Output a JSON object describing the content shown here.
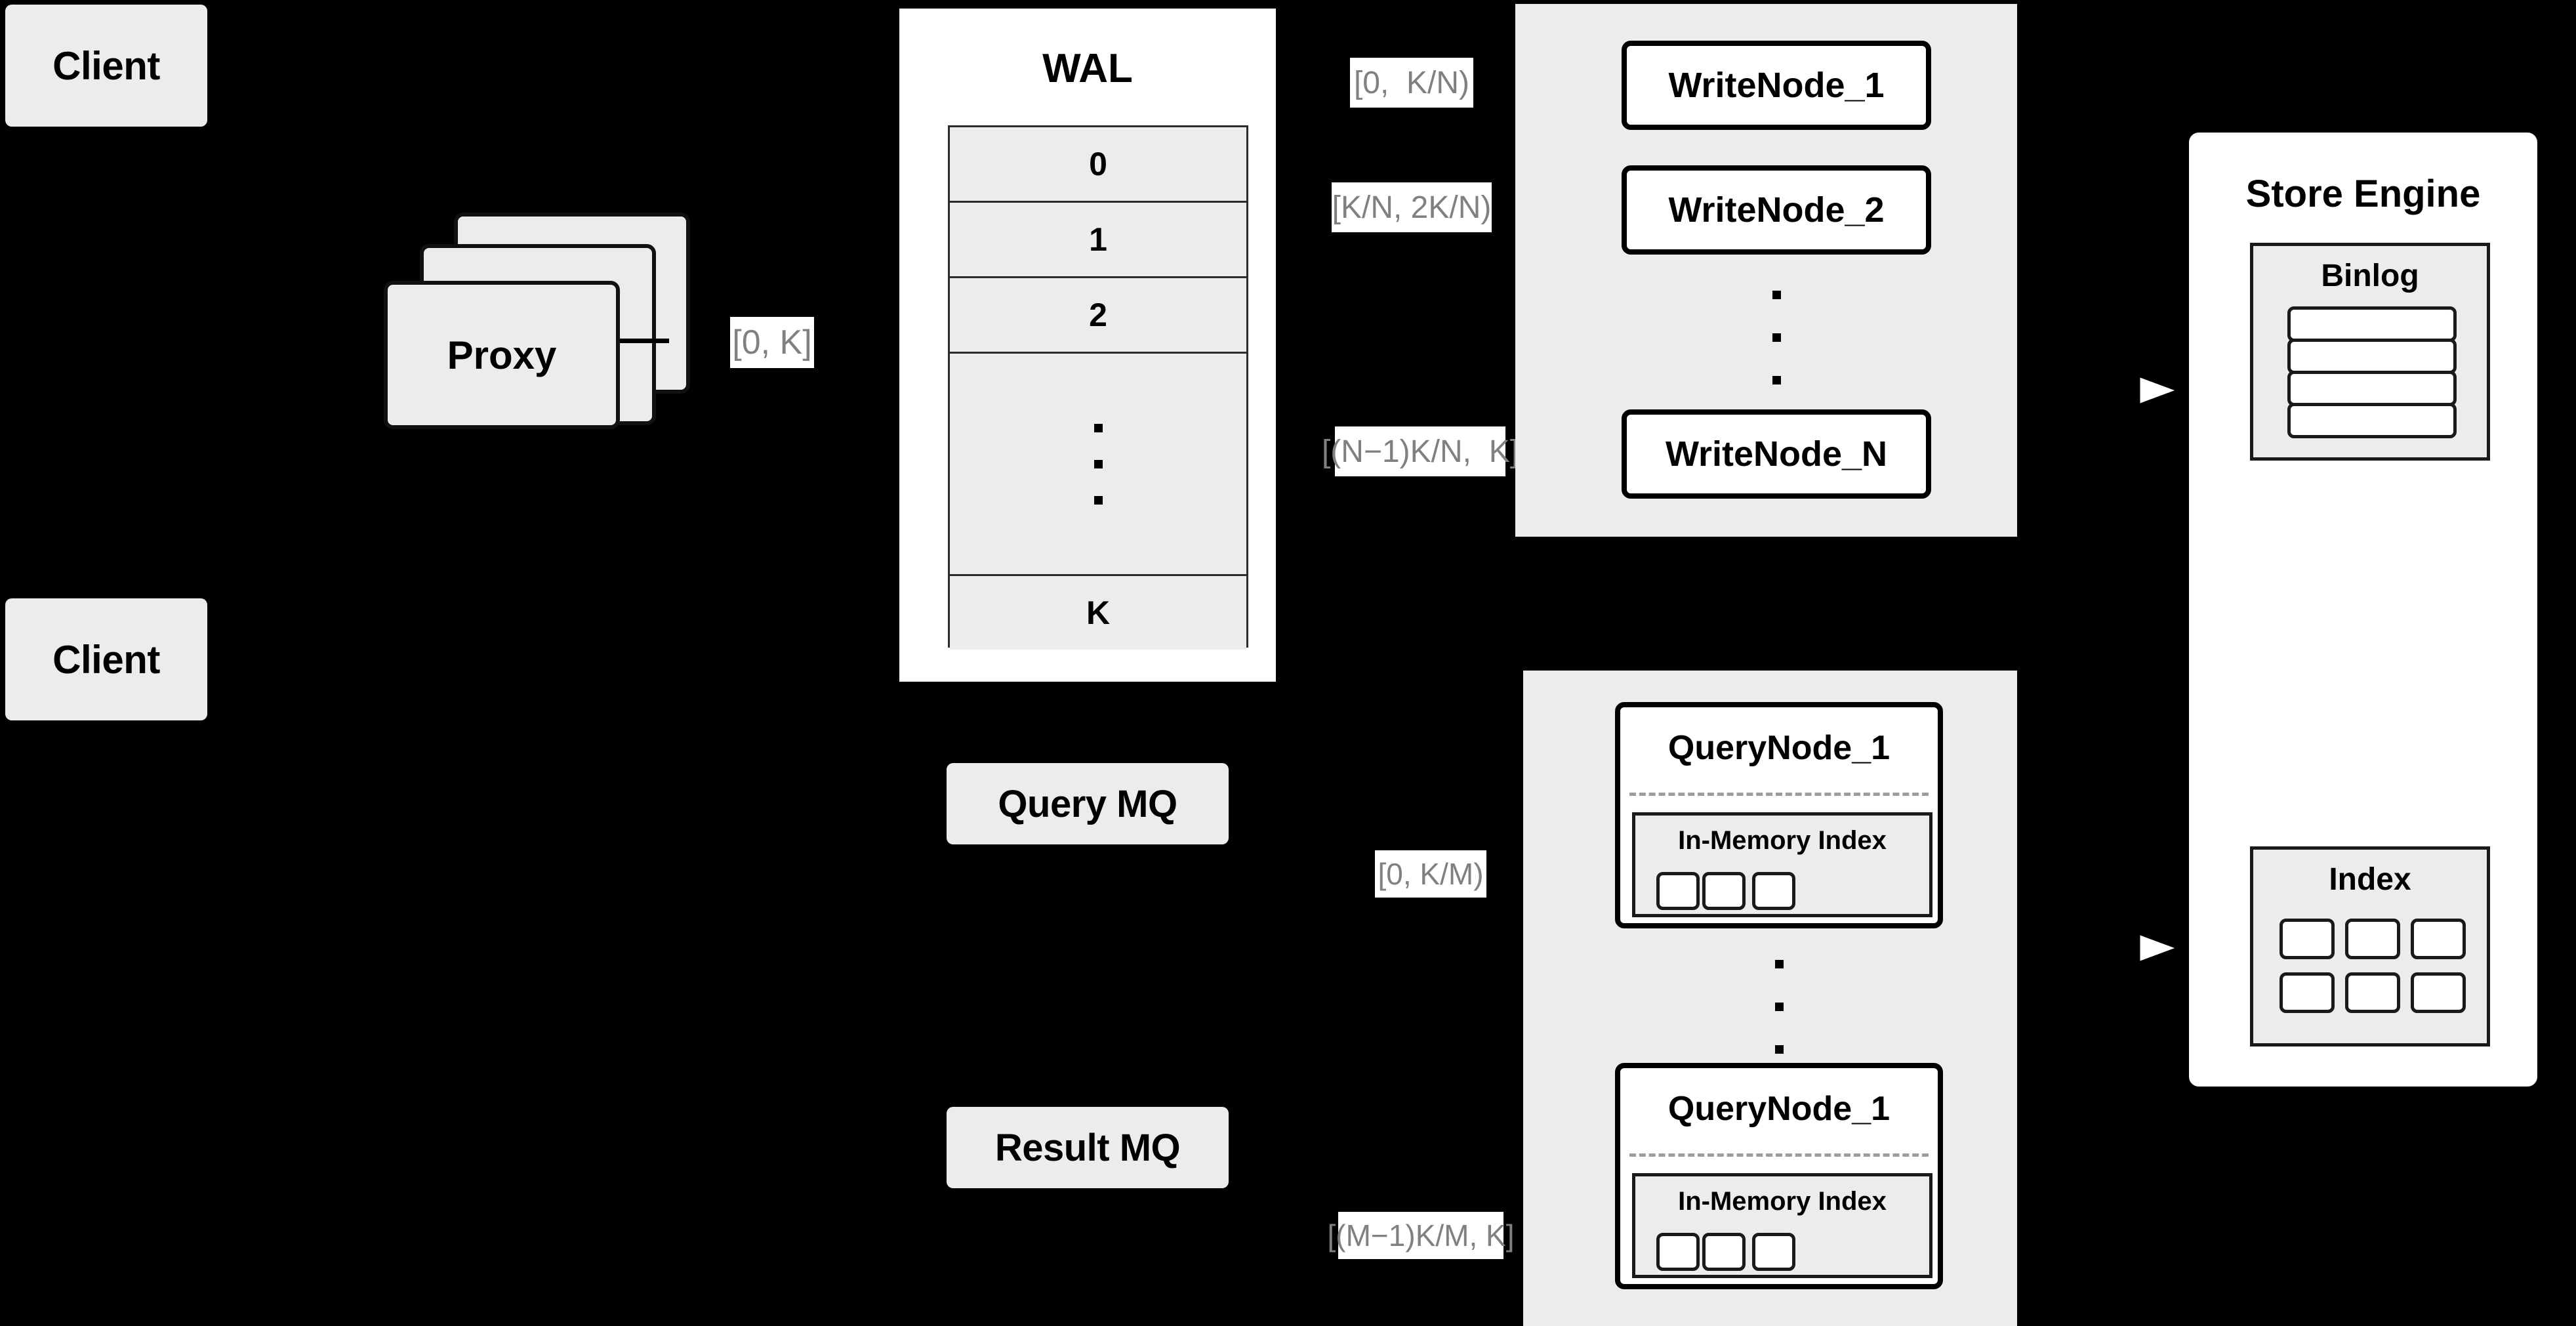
{
  "diagram": {
    "title": "Distributed Write/Query Architecture",
    "background_color": "#000000",
    "node_fill": "#ececec",
    "panel_fill": "#ffffff",
    "label_text_color": "#808080"
  },
  "clients": [
    {
      "label": "Client"
    },
    {
      "label": "Client"
    }
  ],
  "proxy": {
    "label": "Proxy",
    "stack_count": 3
  },
  "wal": {
    "title": "WAL",
    "entries": [
      "0",
      "1",
      "2"
    ],
    "ellipsis": "vertical-dots",
    "last_entry": "K"
  },
  "queues": [
    {
      "label": "Query MQ"
    },
    {
      "label": "Result MQ"
    }
  ],
  "write_cluster": {
    "nodes": [
      {
        "label": "WriteNode_1"
      },
      {
        "label": "WriteNode_2"
      },
      {
        "label": "WriteNode_N"
      }
    ],
    "ellipsis": "vertical-dots"
  },
  "query_cluster": {
    "nodes": [
      {
        "title": "QueryNode_1",
        "index_title": "In-Memory Index",
        "chips": 3
      },
      {
        "title": "QueryNode_1",
        "index_title": "In-Memory Index",
        "chips": 3
      }
    ],
    "ellipsis": "vertical-dots"
  },
  "store_engine": {
    "title": "Store Engine",
    "binlog": {
      "title": "Binlog",
      "rows": 4
    },
    "index": {
      "title": "Index",
      "rows": 2,
      "cols": 3
    }
  },
  "edge_labels": {
    "proxy_to_wal": "[0, K]",
    "wal_to_write_1": "[0,  K/N)",
    "wal_to_write_2": "[K/N, 2K/N)",
    "wal_to_write_n": "[(N−1)K/N,  K]",
    "mq_to_query_1": "[0, K/M)",
    "mq_to_query_m": "[(M−1)K/M, K]"
  }
}
